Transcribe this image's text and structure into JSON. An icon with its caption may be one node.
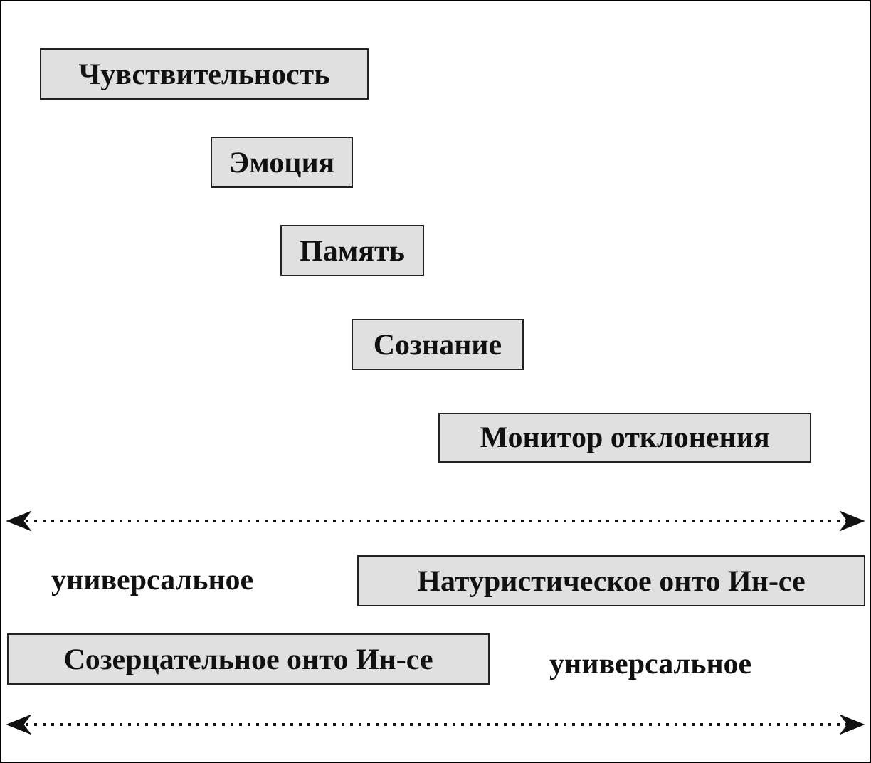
{
  "diagram": {
    "nodes": [
      {
        "text": [
          "Чувствительность"
        ]
      },
      {
        "text": [
          "Эмоция"
        ]
      },
      {
        "text": [
          "Память"
        ]
      },
      {
        "text": [
          "Сознание"
        ]
      },
      {
        "text": [
          "Монитор отклонения"
        ]
      },
      {
        "text": [
          "Натуристическое онто Ин-се"
        ]
      },
      {
        "text": [
          "Созерцательное онто Ин-се"
        ]
      }
    ],
    "labels": [
      "универсальное",
      "универсальное"
    ]
  }
}
